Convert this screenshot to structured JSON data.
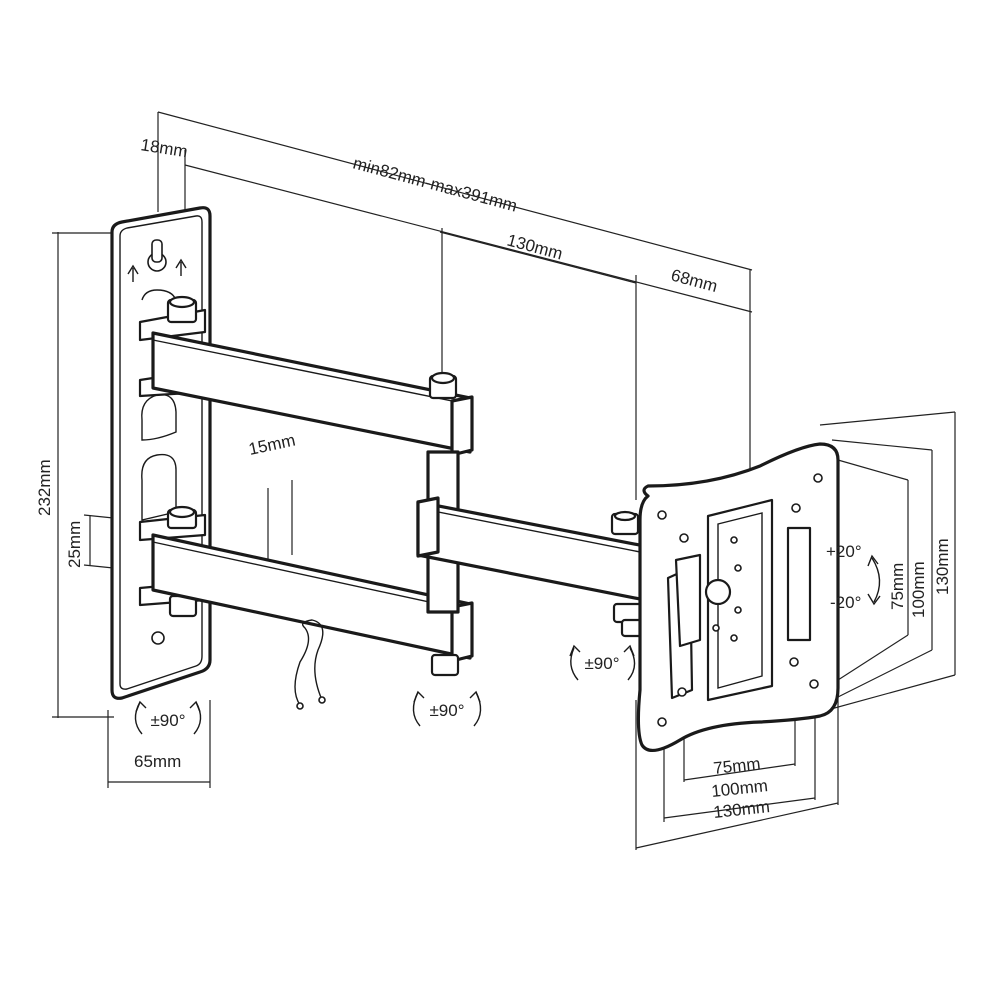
{
  "dimensions": {
    "wall_plate_depth": "18mm",
    "extension_range": "min82mm-max391mm",
    "arm_segment": "130mm",
    "vesa_plate_depth": "68mm",
    "arm_gap": "15mm",
    "arm_offset": "25mm",
    "plate_height": "232mm",
    "plate_width": "65mm",
    "vesa_width_small": "75mm",
    "vesa_width_medium": "100mm",
    "vesa_width_large": "130mm",
    "vesa_height_small": "75mm",
    "vesa_height_medium": "100mm",
    "vesa_height_large": "130mm"
  },
  "rotations": {
    "wall_swivel": "±90°",
    "arm_swivel": "±90°",
    "head_swivel": "±90°",
    "tilt_up": "+20°",
    "tilt_down": "-20°"
  },
  "colors": {
    "line": "#1a1a1a",
    "background": "#ffffff"
  }
}
